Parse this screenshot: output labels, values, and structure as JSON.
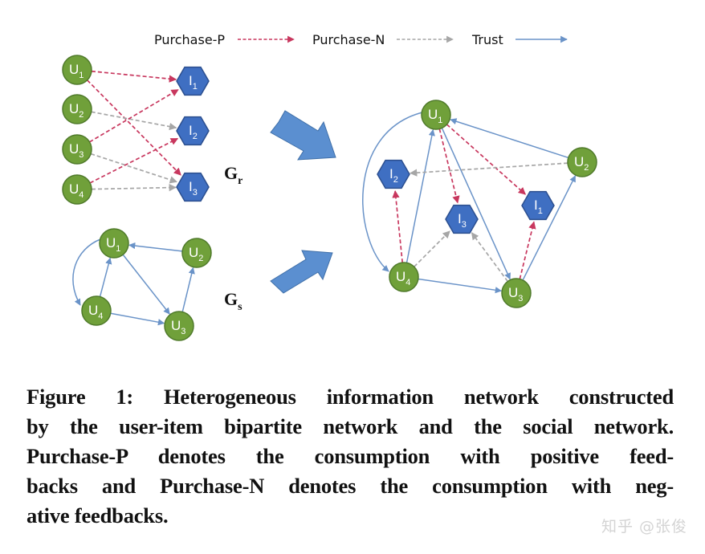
{
  "colors": {
    "purchase_p": "#c8375e",
    "purchase_n": "#a6a6a6",
    "trust": "#6a93c8",
    "user_fill": "#70a03a",
    "user_stroke": "#4f7a2a",
    "item_fill": "#3f6fc2",
    "item_stroke": "#2c4f8f",
    "block_arrow_fill": "#5b8fd0",
    "block_arrow_stroke": "#3f6fa8"
  },
  "legend": [
    {
      "label": "Purchase-P",
      "type": "purchase_p"
    },
    {
      "label": "Purchase-N",
      "type": "purchase_n"
    },
    {
      "label": "Trust",
      "type": "trust"
    }
  ],
  "graphs": {
    "gr": {
      "label": "G",
      "sub": "r",
      "nodes": [
        {
          "id": "U1",
          "kind": "user",
          "letter": "U",
          "index": "1"
        },
        {
          "id": "U2",
          "kind": "user",
          "letter": "U",
          "index": "2"
        },
        {
          "id": "U3",
          "kind": "user",
          "letter": "U",
          "index": "3"
        },
        {
          "id": "U4",
          "kind": "user",
          "letter": "U",
          "index": "4"
        },
        {
          "id": "I1",
          "kind": "item",
          "letter": "I",
          "index": "1"
        },
        {
          "id": "I2",
          "kind": "item",
          "letter": "I",
          "index": "2"
        },
        {
          "id": "I3",
          "kind": "item",
          "letter": "I",
          "index": "3"
        }
      ],
      "edges": [
        {
          "from": "U1",
          "to": "I1",
          "type": "purchase_p"
        },
        {
          "from": "U1",
          "to": "I3",
          "type": "purchase_p"
        },
        {
          "from": "U2",
          "to": "I2",
          "type": "purchase_n"
        },
        {
          "from": "U3",
          "to": "I1",
          "type": "purchase_p"
        },
        {
          "from": "U3",
          "to": "I3",
          "type": "purchase_n"
        },
        {
          "from": "U4",
          "to": "I2",
          "type": "purchase_p"
        },
        {
          "from": "U4",
          "to": "I3",
          "type": "purchase_n"
        }
      ]
    },
    "gs": {
      "label": "G",
      "sub": "s",
      "nodes": [
        {
          "id": "U1",
          "kind": "user",
          "letter": "U",
          "index": "1"
        },
        {
          "id": "U2",
          "kind": "user",
          "letter": "U",
          "index": "2"
        },
        {
          "id": "U3",
          "kind": "user",
          "letter": "U",
          "index": "3"
        },
        {
          "id": "U4",
          "kind": "user",
          "letter": "U",
          "index": "4"
        }
      ],
      "edges": [
        {
          "from": "U2",
          "to": "U1",
          "type": "trust"
        },
        {
          "from": "U1",
          "to": "U4",
          "type": "trust",
          "curved": true
        },
        {
          "from": "U4",
          "to": "U1",
          "type": "trust"
        },
        {
          "from": "U1",
          "to": "U3",
          "type": "trust"
        },
        {
          "from": "U4",
          "to": "U3",
          "type": "trust"
        },
        {
          "from": "U3",
          "to": "U2",
          "type": "trust"
        }
      ]
    },
    "hin": {
      "nodes": [
        {
          "id": "U1",
          "kind": "user",
          "letter": "U",
          "index": "1"
        },
        {
          "id": "U2",
          "kind": "user",
          "letter": "U",
          "index": "2"
        },
        {
          "id": "U3",
          "kind": "user",
          "letter": "U",
          "index": "3"
        },
        {
          "id": "U4",
          "kind": "user",
          "letter": "U",
          "index": "4"
        },
        {
          "id": "I1",
          "kind": "item",
          "letter": "I",
          "index": "1"
        },
        {
          "id": "I2",
          "kind": "item",
          "letter": "I",
          "index": "2"
        },
        {
          "id": "I3",
          "kind": "item",
          "letter": "I",
          "index": "3"
        }
      ],
      "edges": [
        {
          "from": "U2",
          "to": "U1",
          "type": "trust"
        },
        {
          "from": "U1",
          "to": "U4",
          "type": "trust",
          "curved": true
        },
        {
          "from": "U4",
          "to": "U1",
          "type": "trust"
        },
        {
          "from": "U1",
          "to": "U3",
          "type": "trust"
        },
        {
          "from": "U4",
          "to": "U3",
          "type": "trust"
        },
        {
          "from": "U3",
          "to": "U2",
          "type": "trust"
        },
        {
          "from": "U1",
          "to": "I1",
          "type": "purchase_p"
        },
        {
          "from": "U1",
          "to": "I3",
          "type": "purchase_p"
        },
        {
          "from": "U2",
          "to": "I2",
          "type": "purchase_n"
        },
        {
          "from": "U3",
          "to": "I1",
          "type": "purchase_p"
        },
        {
          "from": "U3",
          "to": "I3",
          "type": "purchase_n"
        },
        {
          "from": "U4",
          "to": "I2",
          "type": "purchase_p"
        },
        {
          "from": "U4",
          "to": "I3",
          "type": "purchase_n"
        }
      ]
    }
  },
  "caption": {
    "lines": [
      "Figure 1: Heterogeneous information network constructed",
      "by the user-item bipartite network and the social network.",
      "Purchase-P denotes the consumption with positive feed-",
      "backs and Purchase-N denotes the consumption with neg-",
      "ative feedbacks."
    ]
  },
  "watermark": "知乎 @张俊"
}
